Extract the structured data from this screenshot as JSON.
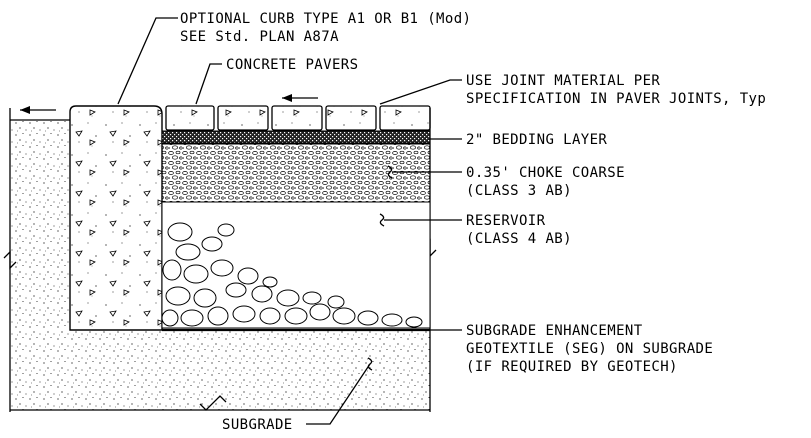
{
  "labels": {
    "curb_line1": "OPTIONAL CURB TYPE A1 OR B1 (Mod)",
    "curb_line2": "SEE Std. PLAN A87A",
    "pavers": "CONCRETE PAVERS",
    "joint_line1": "USE JOINT MATERIAL PER",
    "joint_line2": "SPECIFICATION IN PAVER JOINTS, Typ",
    "bedding": "2\" BEDDING LAYER",
    "choke_line1": "0.35' CHOKE COARSE",
    "choke_line2": "(CLASS 3 AB)",
    "reservoir_line1": "RESERVOIR",
    "reservoir_line2": "(CLASS 4 AB)",
    "seg_line1": "SUBGRADE ENHANCEMENT",
    "seg_line2": "GEOTEXTILE (SEG) ON SUBGRADE",
    "seg_line3": "(IF REQUIRED BY GEOTECH)",
    "subgrade": "SUBGRADE"
  },
  "colors": {
    "ink": "#000000",
    "background": "#ffffff"
  }
}
